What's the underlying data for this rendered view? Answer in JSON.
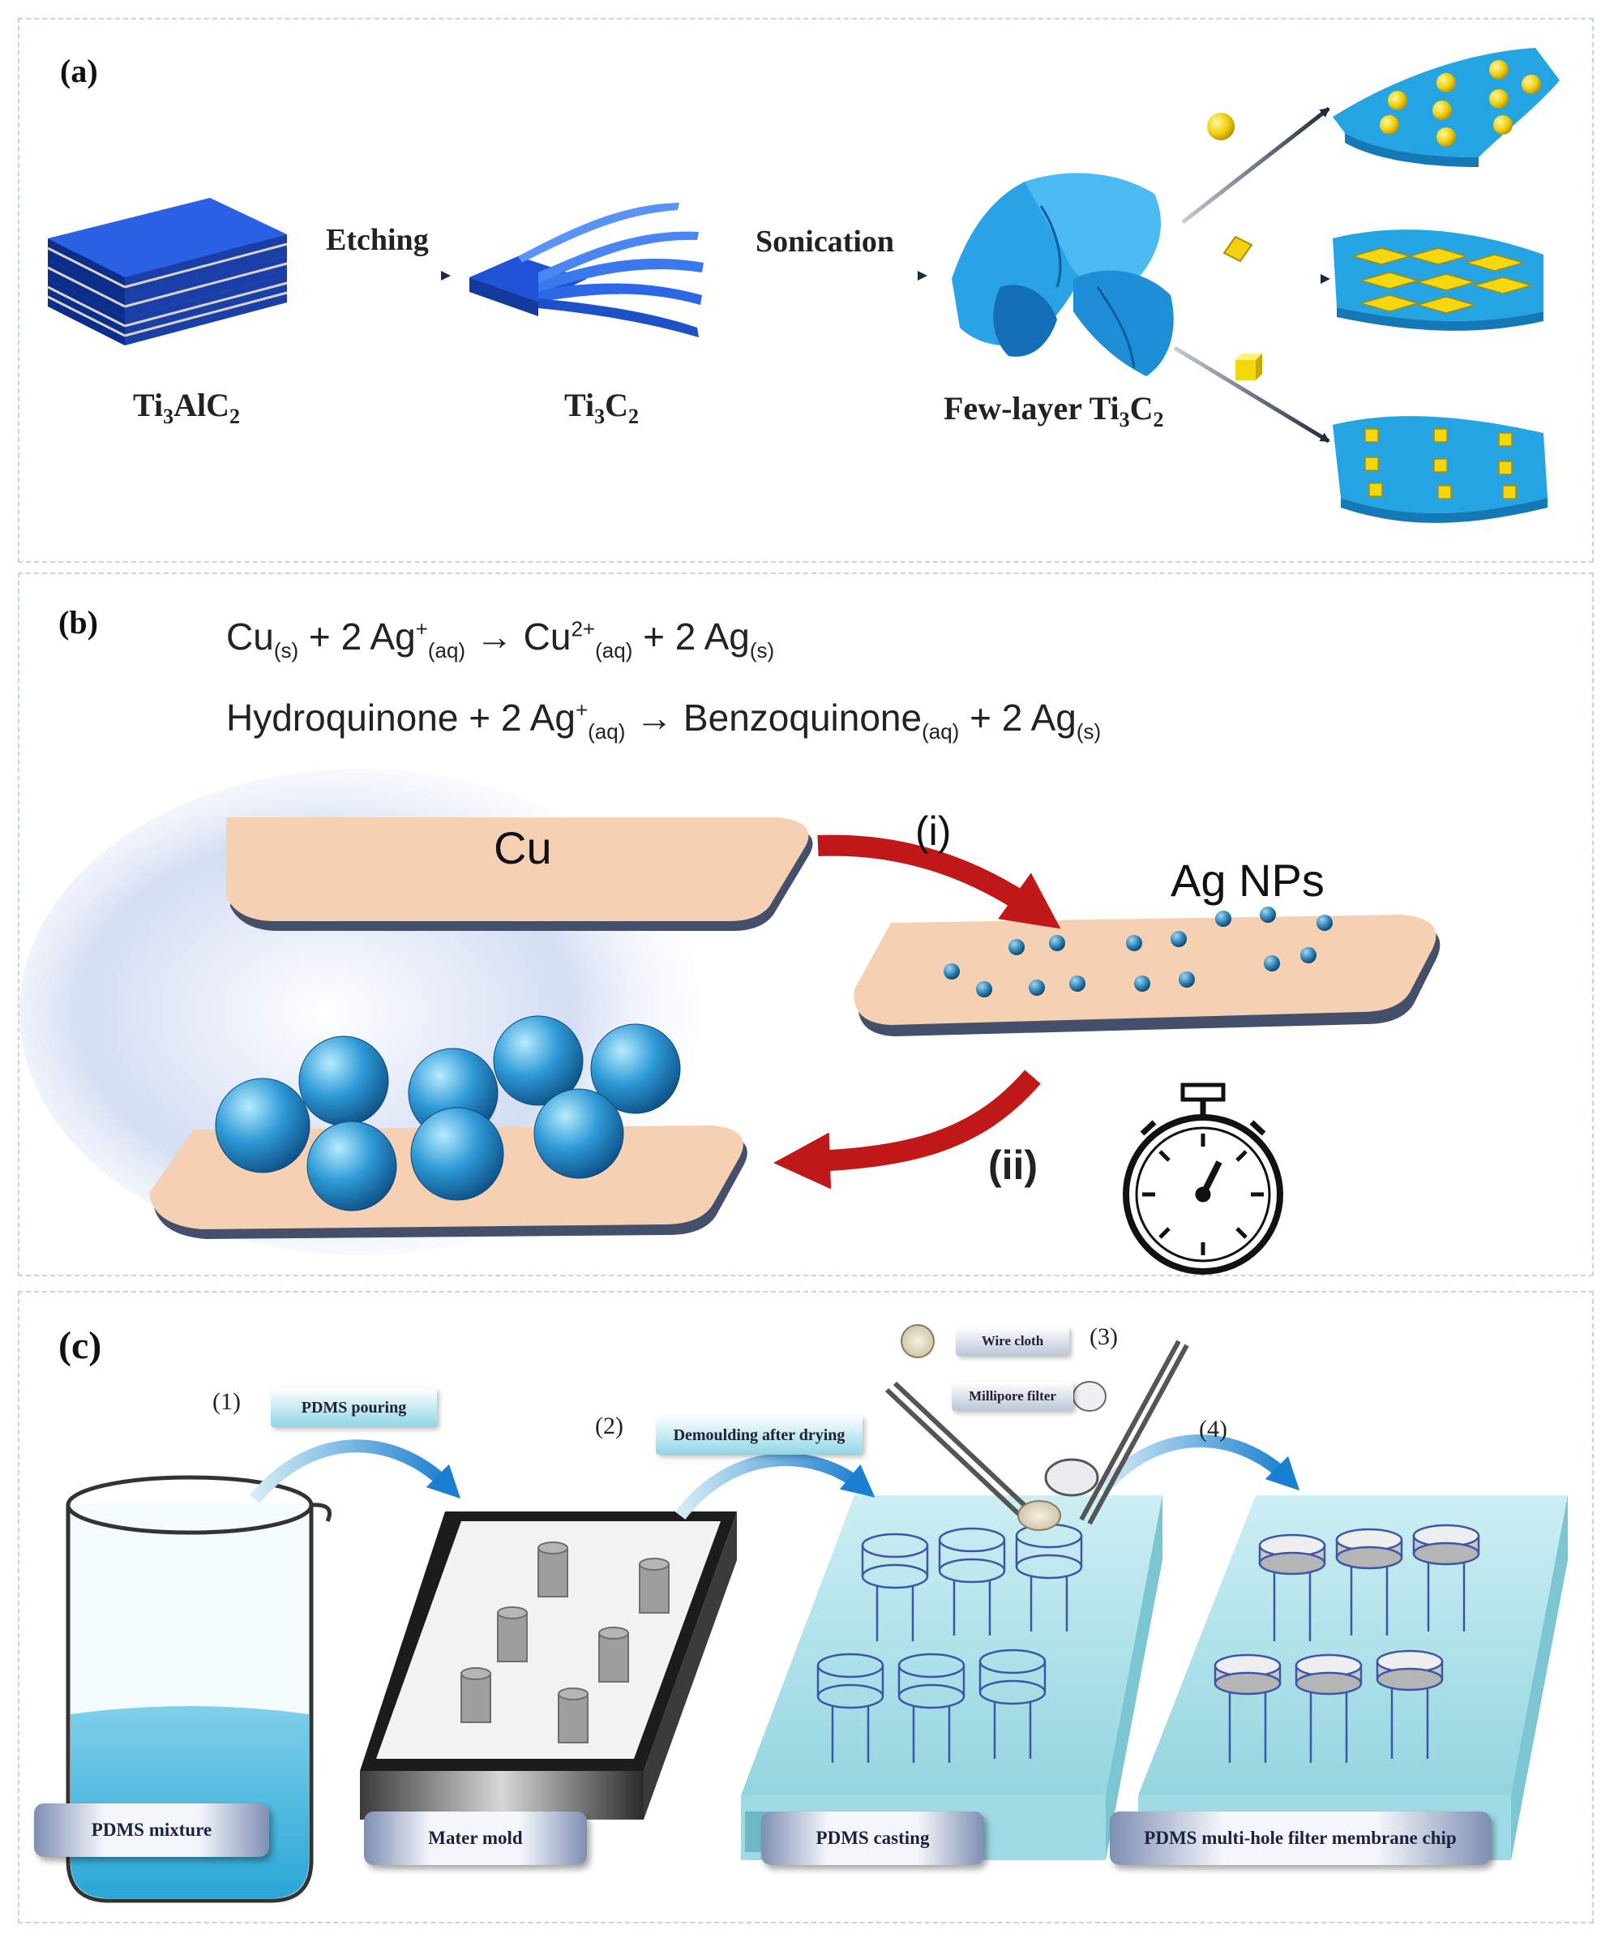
{
  "panel_a": {
    "label": "(a)",
    "arrow1_label": "Etching",
    "arrow2_label": "Sonication",
    "material1": {
      "base": "Ti",
      "s1": "3",
      "mid": "AlC",
      "s2": "2"
    },
    "material2": {
      "base": "Ti",
      "s1": "3",
      "mid": "C",
      "s2": "2"
    },
    "material3": {
      "prefix": "Few-layer Ti",
      "s1": "3",
      "mid": "C",
      "s2": "2"
    }
  },
  "panel_b": {
    "label": "(b)",
    "eq1": {
      "t1": "Cu",
      "s1": "(s)",
      "t2": " + 2 Ag",
      "sup1": "+",
      "s2": "(aq)",
      "arrow": "  →  Cu",
      "sup2": "2+",
      "s3": "(aq)",
      "t3": " +  2 Ag",
      "s4": "(s)"
    },
    "eq2": {
      "t1": "Hydroquinone + 2 Ag",
      "sup1": "+",
      "s1": "(aq)",
      "t2": " → Benzoquinone",
      "s2": "(aq)",
      "t3": " +  2 Ag",
      "s3": "(s)"
    },
    "cu_label": "Cu",
    "agnp_label": "Ag NPs",
    "step_i": "(i)",
    "step_ii": "(ii)"
  },
  "panel_c": {
    "label": "(c)",
    "step1": "(1)",
    "step2": "(2)",
    "step3": "(3)",
    "step4": "(4)",
    "tag_pouring": "PDMS pouring",
    "tag_demoulding": "Demoulding after drying",
    "tag_wire": "Wire cloth",
    "tag_millipore": "Millipore filter",
    "bottom_labels": [
      "PDMS mixture",
      "Mater mold",
      "PDMS casting",
      "PDMS multi-hole filter membrane chip"
    ]
  },
  "colors": {
    "mxene_blue": "#1e8fd6",
    "dark_blue": "#1d47b8",
    "copper": "#f6d0b2",
    "red_arrow": "#c01818",
    "pdms_blue": "#aee3ec"
  }
}
